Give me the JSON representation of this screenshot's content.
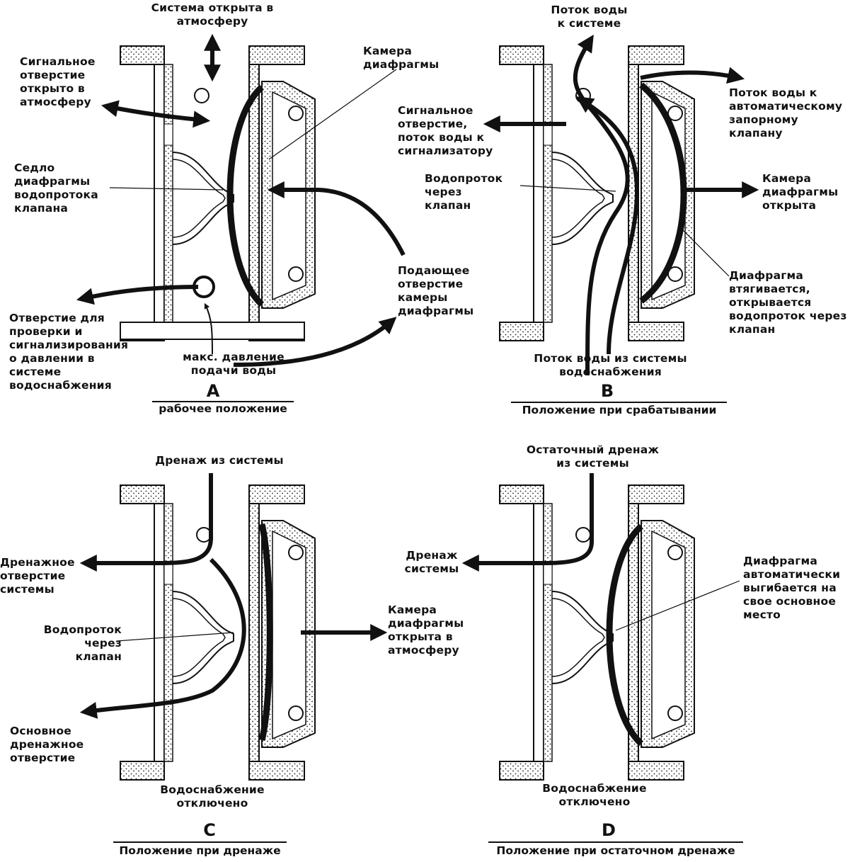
{
  "panels": {
    "a": {
      "letter": "A",
      "caption": "рабочее положение",
      "labels": {
        "system_open": "Система открыта в\nатмосферу",
        "chamber": "Камера\nдиафрагмы",
        "signal_port": "Сигнальное\nотверстие\nоткрыто в\nатмосферу",
        "seat": "Седло\nдиафрагмы\nводопротока\nклапана",
        "supply_port": "Подающее\nотверстие\nкамеры\nдиафрагмы",
        "test_port": "Отверстие для\nпроверки и\nсигнализирования\nо давлении в\nсистеме\nводоснабжения",
        "max_pressure": "макс. давление\nподачи воды"
      }
    },
    "b": {
      "letter": "B",
      "caption": "Положение при срабатывании",
      "labels": {
        "flow_to_system": "Поток воды\nк системе",
        "flow_to_valve": "Поток воды к\nавтоматическому\nзапорному\nклапану",
        "signal_port": "Сигнальное\nотверстие,\nпоток воды к\nсигнализатору",
        "flow_through": "Водопроток\nчерез\nклапан",
        "chamber_open": "Камера\nдиафрагмы\nоткрыта",
        "diaphragm_retracts": "Диафрагма\nвтягивается,\nоткрывается\nводопроток через\nклапан",
        "flow_from_supply": "Поток воды из системы\nводоснабжения"
      }
    },
    "c": {
      "letter": "C",
      "caption": "Положение при дренаже",
      "labels": {
        "drain_from_system": "Дренаж из системы",
        "drain_port": "Дренажное\nотверстие\nсистемы",
        "flow_through": "Водопроток\nчерез\nклапан",
        "chamber_open_atm": "Камера\nдиафрагмы\nоткрыта в\nатмосферу",
        "main_drain": "Основное\nдренажное\nотверстие",
        "supply_off": "Водоснабжение\nотключено"
      }
    },
    "d": {
      "letter": "D",
      "caption": "Положение при остаточном дренаже",
      "labels": {
        "residual_drain": "Остаточный дренаж\nиз системы",
        "system_drain": "Дренаж\nсистемы",
        "diaphragm_returns": "Диафрагма\nавтоматически\nвыгибается на\nсвое основное\nместо",
        "supply_off": "Водоснабжение\nотключено"
      }
    }
  }
}
